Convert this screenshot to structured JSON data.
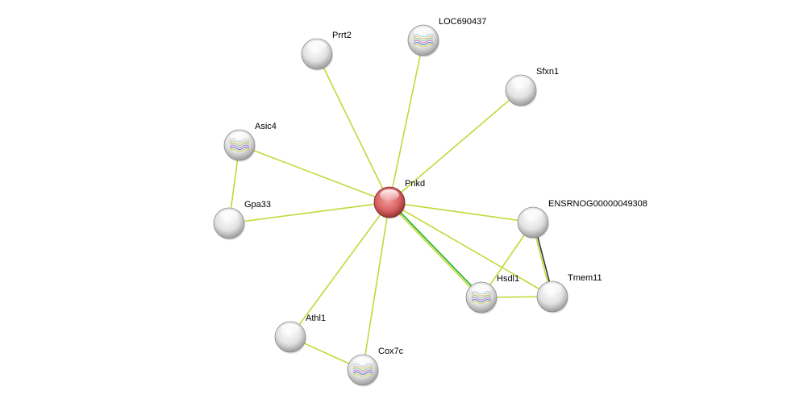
{
  "network": {
    "query_node": "Pnkd",
    "nodes": [
      {
        "id": "Pnkd",
        "query": true,
        "structure": false
      },
      {
        "id": "Prrt2",
        "structure": false
      },
      {
        "id": "LOC690437",
        "structure": true
      },
      {
        "id": "Sfxn1",
        "structure": false
      },
      {
        "id": "Asic4",
        "structure": true
      },
      {
        "id": "Gpa33",
        "structure": false
      },
      {
        "id": "ENSRNOG00000049308",
        "structure": false
      },
      {
        "id": "Hsdl1",
        "structure": true
      },
      {
        "id": "Tmem11",
        "structure": false
      },
      {
        "id": "Athl1",
        "structure": false
      },
      {
        "id": "Cox7c",
        "structure": true
      }
    ],
    "edges": [
      {
        "a": "Pnkd",
        "b": "Prrt2",
        "types": [
          "textmining"
        ]
      },
      {
        "a": "Pnkd",
        "b": "LOC690437",
        "types": [
          "textmining"
        ]
      },
      {
        "a": "Pnkd",
        "b": "Sfxn1",
        "types": [
          "textmining"
        ]
      },
      {
        "a": "Pnkd",
        "b": "Asic4",
        "types": [
          "textmining"
        ]
      },
      {
        "a": "Pnkd",
        "b": "Gpa33",
        "types": [
          "textmining"
        ]
      },
      {
        "a": "Pnkd",
        "b": "ENSRNOG00000049308",
        "types": [
          "textmining"
        ]
      },
      {
        "a": "Pnkd",
        "b": "Hsdl1",
        "types": [
          "neighborhood",
          "textmining"
        ]
      },
      {
        "a": "Pnkd",
        "b": "Tmem11",
        "types": [
          "textmining"
        ]
      },
      {
        "a": "Pnkd",
        "b": "Athl1",
        "types": [
          "textmining"
        ]
      },
      {
        "a": "Pnkd",
        "b": "Cox7c",
        "types": [
          "textmining"
        ]
      },
      {
        "a": "Asic4",
        "b": "Gpa33",
        "types": [
          "textmining"
        ]
      },
      {
        "a": "Athl1",
        "b": "Cox7c",
        "types": [
          "textmining"
        ]
      },
      {
        "a": "ENSRNOG00000049308",
        "b": "Hsdl1",
        "types": [
          "textmining"
        ]
      },
      {
        "a": "ENSRNOG00000049308",
        "b": "Tmem11",
        "types": [
          "coexpression",
          "textmining"
        ]
      },
      {
        "a": "Hsdl1",
        "b": "Tmem11",
        "types": [
          "textmining"
        ]
      }
    ],
    "colors": {
      "textmining": "#c2d93a",
      "neighborhood": "#22b022",
      "coexpression": "#333333",
      "query_node": "#d9605f",
      "node": "#d8d8d8"
    }
  }
}
